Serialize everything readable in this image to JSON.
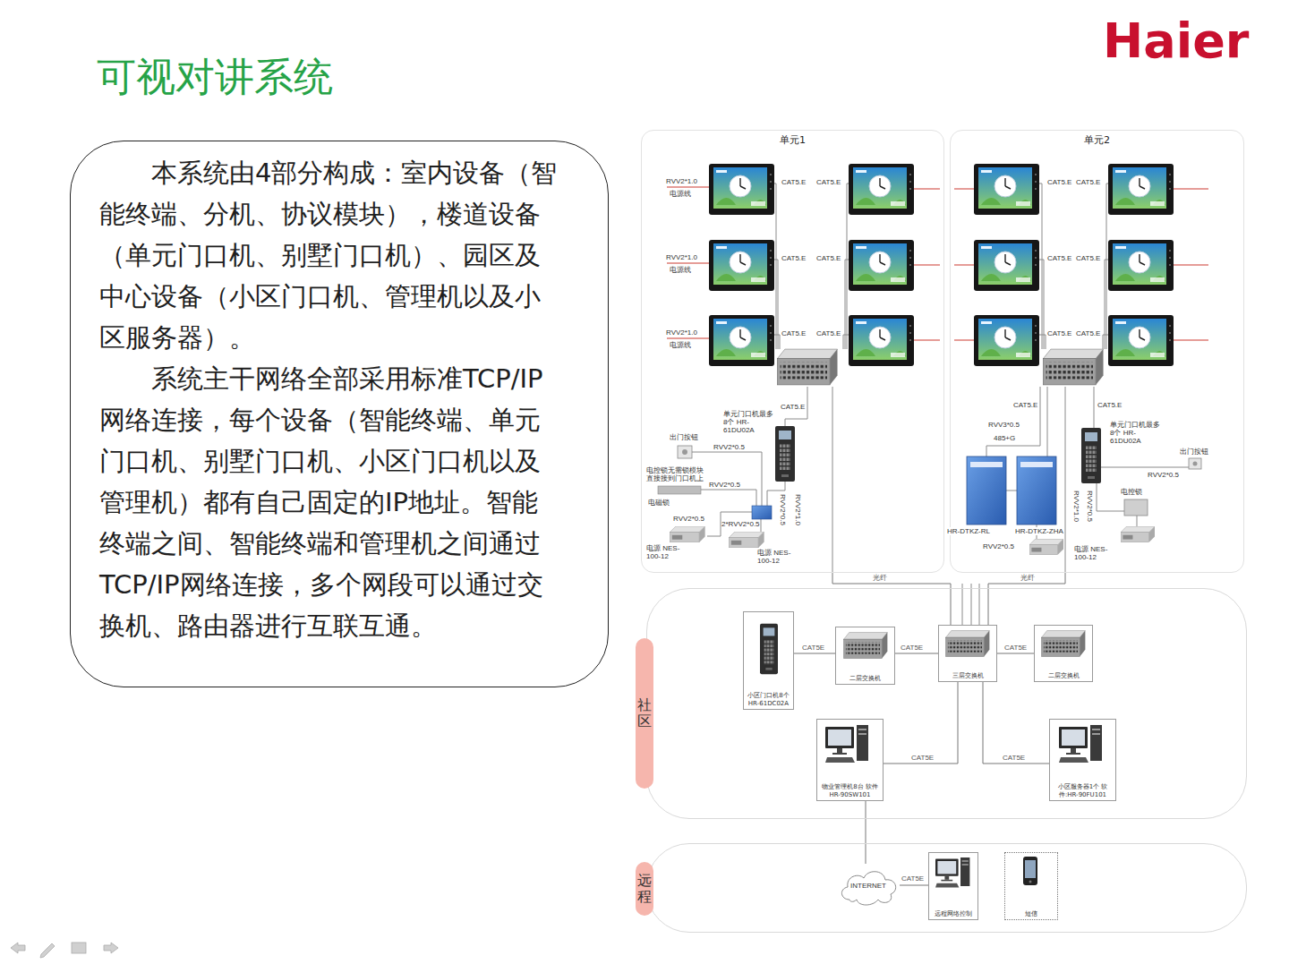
{
  "diagram": {
    "title": "可视对讲系统",
    "nodes": [
      {
        "text": [
          "本系统由4部分构成：室内设备（智能终端、分机、协议模块），楼道设备（单元门口机、别墅门口机）、园区及中心设备（小区门口机、管理机以及小区服务器）。",
          "系统主干网络全部采用标准TCP/IP网络连接，每个设备（智能终端、单元门口机、别墅门口机、小区门口机以及管理机）都有自己固定的IP地址。智能终端之间、智能终端和管理机之间通过TCP/IP网络连接，多个网段可以通过交换机、路由器进行互联互通。"
        ]
      },
      {
        "text": [
          "单元1"
        ]
      },
      {
        "text": [
          "单元2"
        ]
      },
      {
        "text": [
          "社区"
        ]
      },
      {
        "text": [
          "小区门口机8个 HR-61DC02A"
        ],
        "in": 3
      },
      {
        "text": [
          "二层交换机"
        ],
        "in": 3
      },
      {
        "text": [
          "三层交换机"
        ],
        "in": 3
      },
      {
        "text": [
          "二层交换机"
        ],
        "in": 3
      },
      {
        "text": [
          "物业管理机8台 软件HR-90SW101"
        ],
        "in": 3
      },
      {
        "text": [
          "小区服务器1个 软件:HR-90FU101"
        ],
        "in": 3
      },
      {
        "text": [
          "远程"
        ]
      },
      {
        "text": [
          "INTERNET"
        ],
        "in": 10
      },
      {
        "text": [
          "远程网络控制"
        ],
        "in": 10
      },
      {
        "text": [
          "短信"
        ],
        "in": 10
      }
    ],
    "edges": [
      {
        "from": 4,
        "to": 5,
        "label": "CAT5E",
        "arrow": "none"
      },
      {
        "from": 5,
        "to": 6,
        "label": "CAT5E",
        "arrow": "none"
      },
      {
        "from": 6,
        "to": 7,
        "label": "CAT5E",
        "arrow": "none"
      },
      {
        "from": 6,
        "to": 8,
        "label": "CAT5E",
        "arrow": "none"
      },
      {
        "from": 6,
        "to": 9,
        "label": "CAT5E",
        "arrow": "none"
      },
      {
        "from": 8,
        "to": 11,
        "arrow": "none"
      },
      {
        "from": 11,
        "to": 12,
        "label": "CAT5E",
        "arrow": "none"
      },
      {
        "from": 1,
        "to": 6,
        "label": "光纤",
        "arrow": "none"
      },
      {
        "from": 2,
        "to": 6,
        "label": "光纤",
        "arrow": "none"
      }
    ],
    "labels": [
      "Haier",
      "RVV2*1.0",
      "电源线",
      "RVV2*1.0",
      "电源线",
      "RVV2*1.0",
      "电源线",
      "CAT5.E",
      "CAT5.E",
      "CAT5.E",
      "CAT5.E",
      "CAT5.E",
      "CAT5.E",
      "CAT5.E",
      "CAT5.E",
      "CAT5.E",
      "CAT5.E",
      "CAT5.E",
      "CAT5.E",
      "CAT5.E",
      "单元门口机最多8个 HR-61DU02A",
      "出门按钮",
      "电控锁无需锁模块 直接接到门口机上",
      "RVV2*0.5",
      "RVV2*0.5",
      "电磁锁",
      "2*RVV2*0.5",
      "RVV2*0.5",
      "电源 NES-100-12",
      "电源 NES-100-12",
      "RVV2*0.5",
      "RVV2*1.0",
      "CAT5.E",
      "RVV3*0.5",
      "485+G",
      "HR-DTKZ-RL",
      "HR-DTKZ-ZHA",
      "RVV2*0.5",
      "CAT5.E",
      "单元门口机最多8个 HR-61DU02A",
      "出门按钮",
      "RVV2*0.5",
      "电控锁",
      "电源 NES-100-12",
      "RVV2*1.0",
      "RVV2*0.5"
    ]
  }
}
